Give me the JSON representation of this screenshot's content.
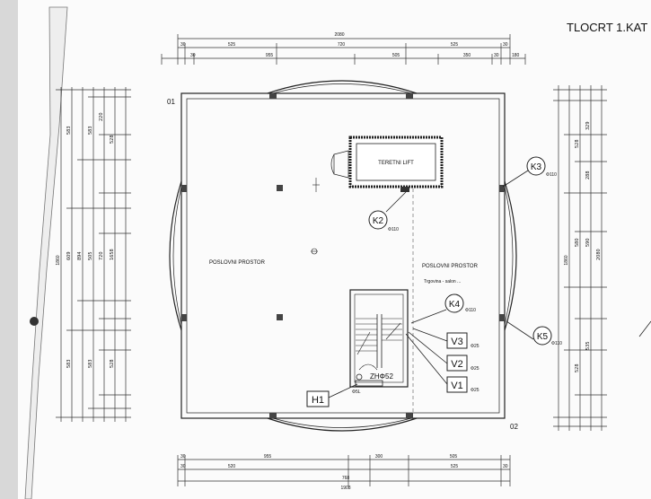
{
  "sheet": {
    "title": "TLOCRT 1.KAT"
  },
  "markers": {
    "corner_01": "01",
    "corner_02": "02"
  },
  "rooms": {
    "left": "POSLOVNI PROSTOR",
    "right": "POSLOVNI PROSTOR",
    "right_sub": "Trgovina - salon ...",
    "lift": "TERETNI LIFT"
  },
  "tags": {
    "k2": {
      "id": "K2",
      "dia": "Φ110"
    },
    "k3": {
      "id": "K3",
      "dia": "Φ110"
    },
    "k4": {
      "id": "K4",
      "dia": "Φ110"
    },
    "k5": {
      "id": "K5",
      "dia": "Φ110"
    },
    "v3": {
      "id": "V3",
      "dia": "Φ25"
    },
    "v2": {
      "id": "V2",
      "dia": "Φ25"
    },
    "v1": {
      "id": "V1",
      "dia": "Φ25"
    },
    "h1": {
      "id": "H1",
      "dia": "Φ5L"
    },
    "zh": {
      "label": "ZHΦ52"
    }
  },
  "dims": {
    "top_total": "2080",
    "top_row": [
      "30",
      "525",
      "720",
      "525",
      "30"
    ],
    "top_row2": [
      "30",
      "955",
      "505",
      "350",
      "30",
      "180"
    ],
    "bottom_row": [
      "30",
      "955",
      "300",
      "505"
    ],
    "bottom_row2": [
      "30",
      "520",
      "525",
      "30"
    ],
    "bottom_total": "1908",
    "bottom_sub": "768",
    "left_total": "1860",
    "right_total": "1860"
  }
}
